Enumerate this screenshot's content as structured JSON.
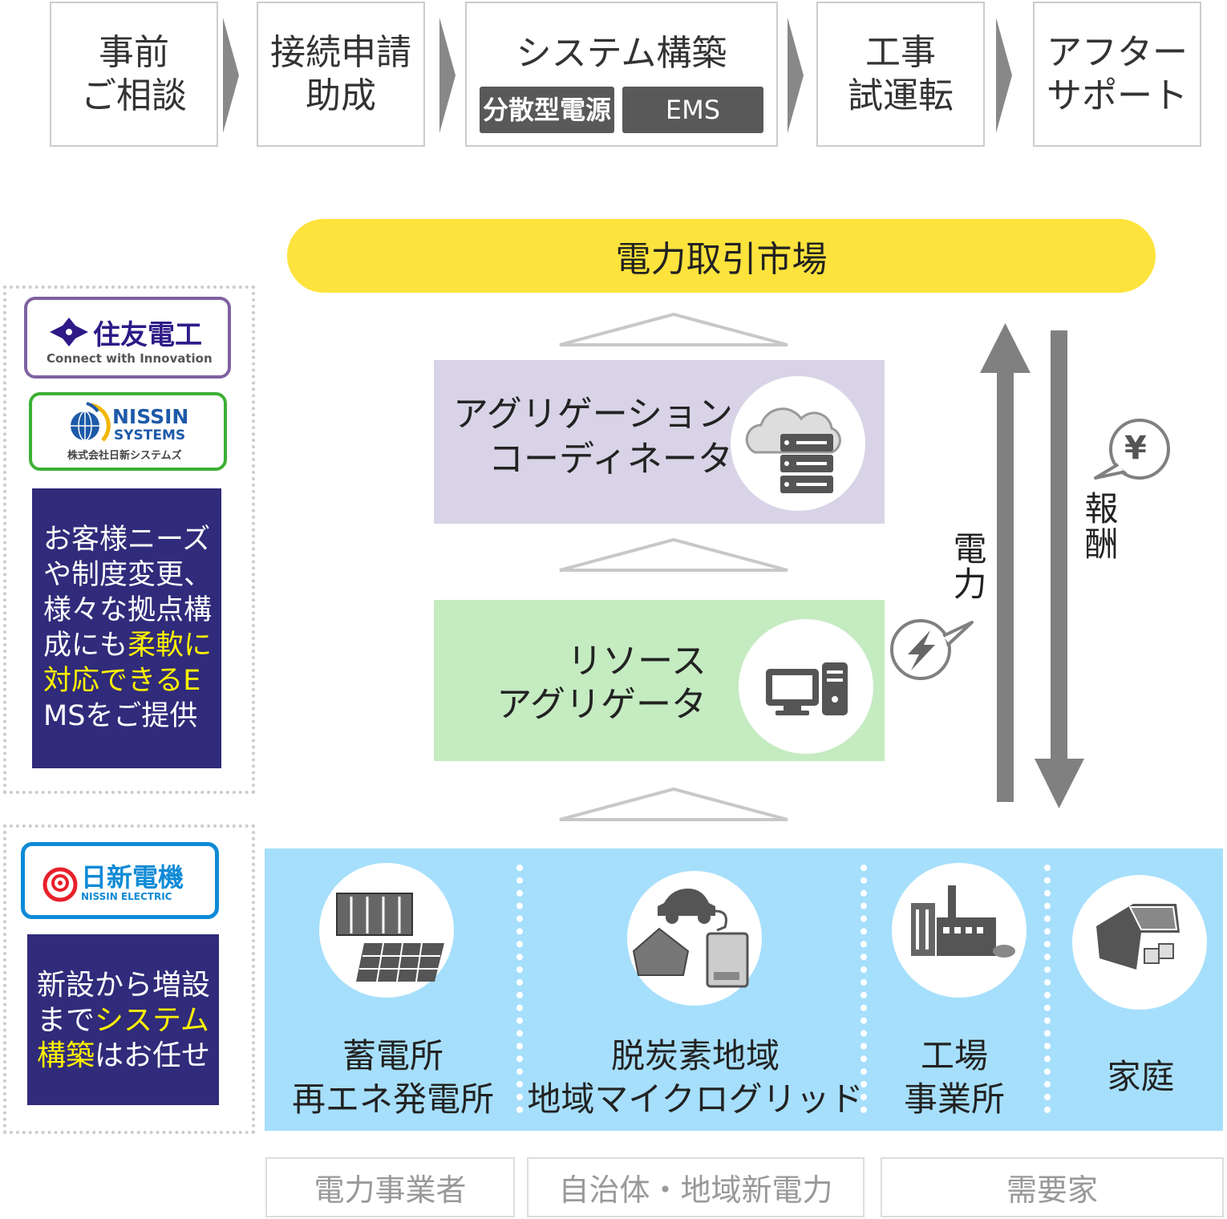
{
  "steps": [
    {
      "line1": "事前",
      "line2": "ご相談"
    },
    {
      "line1": "接続申請",
      "line2": "助成"
    },
    {
      "line1": "システム構築",
      "tags": [
        "分散型電源",
        "EMS"
      ]
    },
    {
      "line1": "工事",
      "line2": "試運転"
    },
    {
      "line1": "アフター",
      "line2": "サポート"
    }
  ],
  "market": "電力取引市場",
  "aggregation_coordinator": {
    "line1": "アグリゲーション",
    "line2": "コーディネータ"
  },
  "resource_aggregator": {
    "line1": "リソース",
    "line2": "アグリゲータ"
  },
  "flows": {
    "power": "電力",
    "reward": "報酬",
    "yen_symbol": "¥"
  },
  "partners_top": {
    "sumitomo": {
      "name": "住友電工",
      "tagline": "Connect with Innovation"
    },
    "nissin_systems": {
      "name": "NISSIN",
      "name2": "SYSTEMS",
      "jp": "株式会社日新システムズ"
    },
    "message": {
      "p1": "お客様ニーズや制度変更、様々な拠点構成にも",
      "hl": "柔軟に対応できるE",
      "p2": "MSをご提供"
    }
  },
  "partners_bottom": {
    "nissin_electric": {
      "name": "日新電機",
      "en": "NISSIN ELECTRIC"
    },
    "message": {
      "p1": "新設から増設まで",
      "hl": "システム構築",
      "p2": "はお任せ"
    }
  },
  "sites": [
    {
      "line1": "蓄電所",
      "line2": "再エネ発電所"
    },
    {
      "line1": "脱炭素地域",
      "line2": "地域マイクログリッド"
    },
    {
      "line1": "工場",
      "line2": "事業所"
    },
    {
      "line1": "家庭"
    }
  ],
  "categories": [
    "電力事業者",
    "自治体・地域新電力",
    "需要家"
  ],
  "colors": {
    "market": "#fde33c",
    "coordinator": "#d8d3e6",
    "aggregator": "#c5ebc1",
    "band": "#a6dffc",
    "navy": "#302b7a",
    "highlight": "#fff200",
    "arrow": "#808080"
  }
}
